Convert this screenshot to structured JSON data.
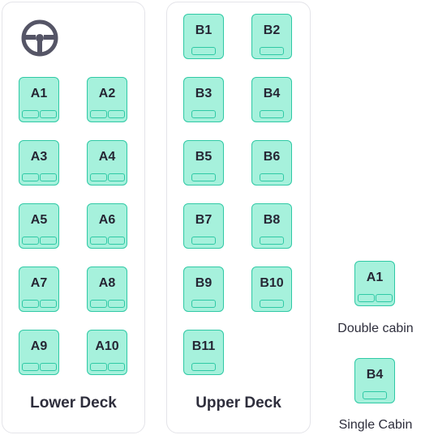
{
  "lower_deck": {
    "title": "Lower Deck",
    "seats": [
      "A1",
      "A2",
      "A3",
      "A4",
      "A5",
      "A6",
      "A7",
      "A8",
      "A9",
      "A10"
    ]
  },
  "upper_deck": {
    "title": "Upper Deck",
    "seats": [
      "B1",
      "B2",
      "B3",
      "B4",
      "B5",
      "B6",
      "B7",
      "B8",
      "B9",
      "B10",
      "B11"
    ]
  },
  "legend": {
    "double": {
      "seat": "A1",
      "label": "Double cabin"
    },
    "single": {
      "seat": "B4",
      "label": "Single Cabin"
    }
  },
  "colors": {
    "seat_fill": "#a6f1dc",
    "seat_border": "#2fc9a5"
  },
  "icons": {
    "driver": "steering-wheel-icon"
  }
}
